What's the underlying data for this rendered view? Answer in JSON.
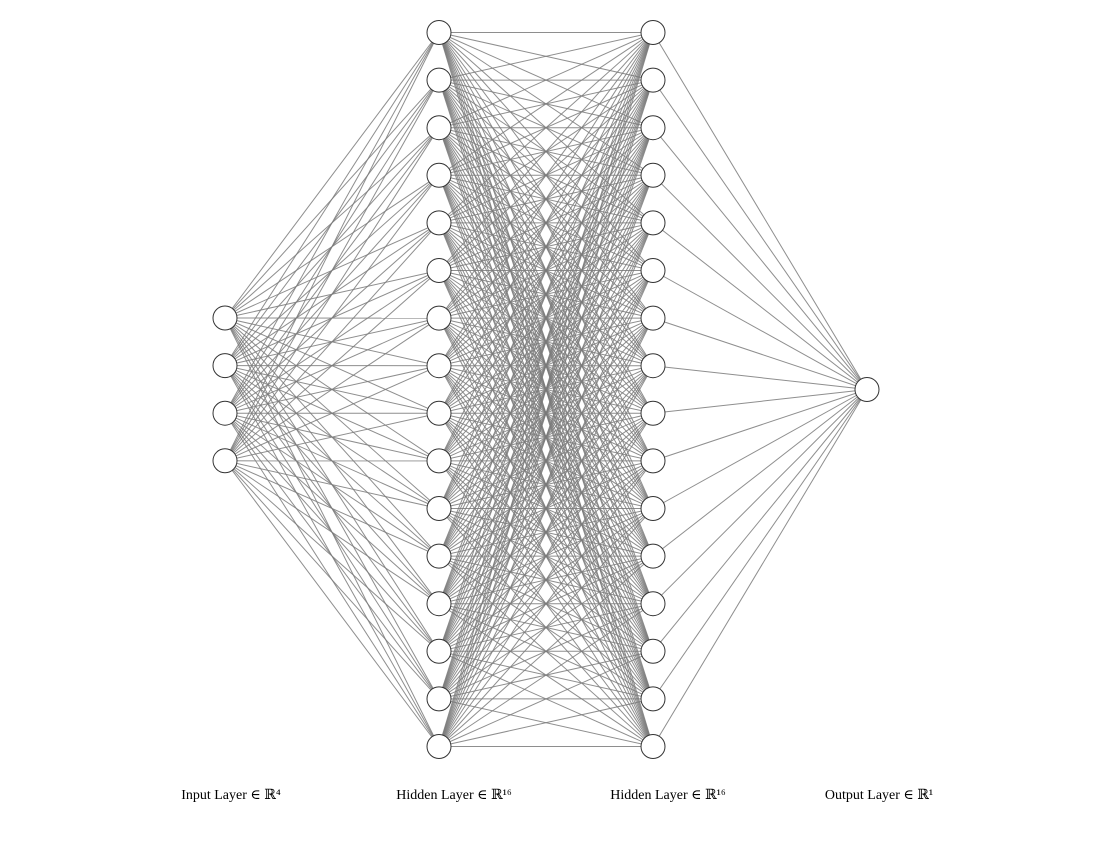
{
  "diagram": {
    "type": "feedforward-neural-network",
    "layers": [
      {
        "label": "Input Layer ∈ ℝ⁴",
        "units": 4
      },
      {
        "label": "Hidden Layer ∈ ℝ¹⁶",
        "units": 16
      },
      {
        "label": "Hidden Layer ∈ ℝ¹⁶",
        "units": 16
      },
      {
        "label": "Output Layer ∈ ℝ¹",
        "units": 1
      }
    ],
    "connectivity": "fully-connected"
  },
  "colors": {
    "edge": "#7a7a7a",
    "node_stroke": "#333333",
    "node_fill": "#ffffff",
    "background": "#ffffff"
  }
}
